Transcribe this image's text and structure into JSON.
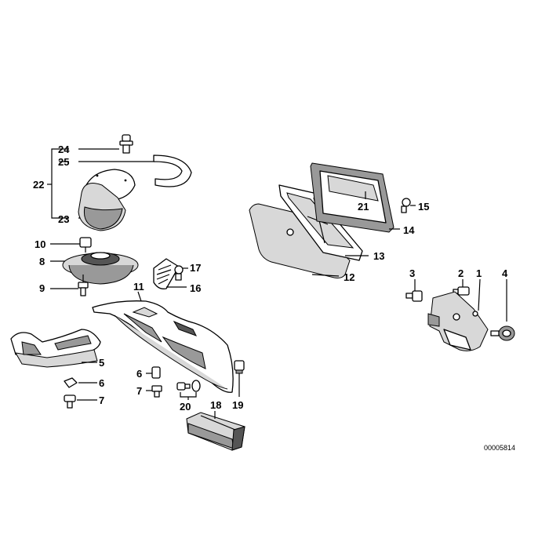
{
  "diagram": {
    "part_numbers": {
      "p1": "1",
      "p2": "2",
      "p3": "3",
      "p4": "4",
      "p5": "5",
      "p6": "6",
      "p7": "7",
      "p8": "8",
      "p9": "9",
      "p10": "10",
      "p11": "11",
      "p12": "12",
      "p13": "13",
      "p14": "14",
      "p15": "15",
      "p16": "16",
      "p17": "17",
      "p18": "18",
      "p19": "19",
      "p20": "20",
      "p21": "21",
      "p22": "22",
      "p23": "23",
      "p24": "24",
      "p25": "25"
    },
    "drawing_code": "00005814"
  }
}
